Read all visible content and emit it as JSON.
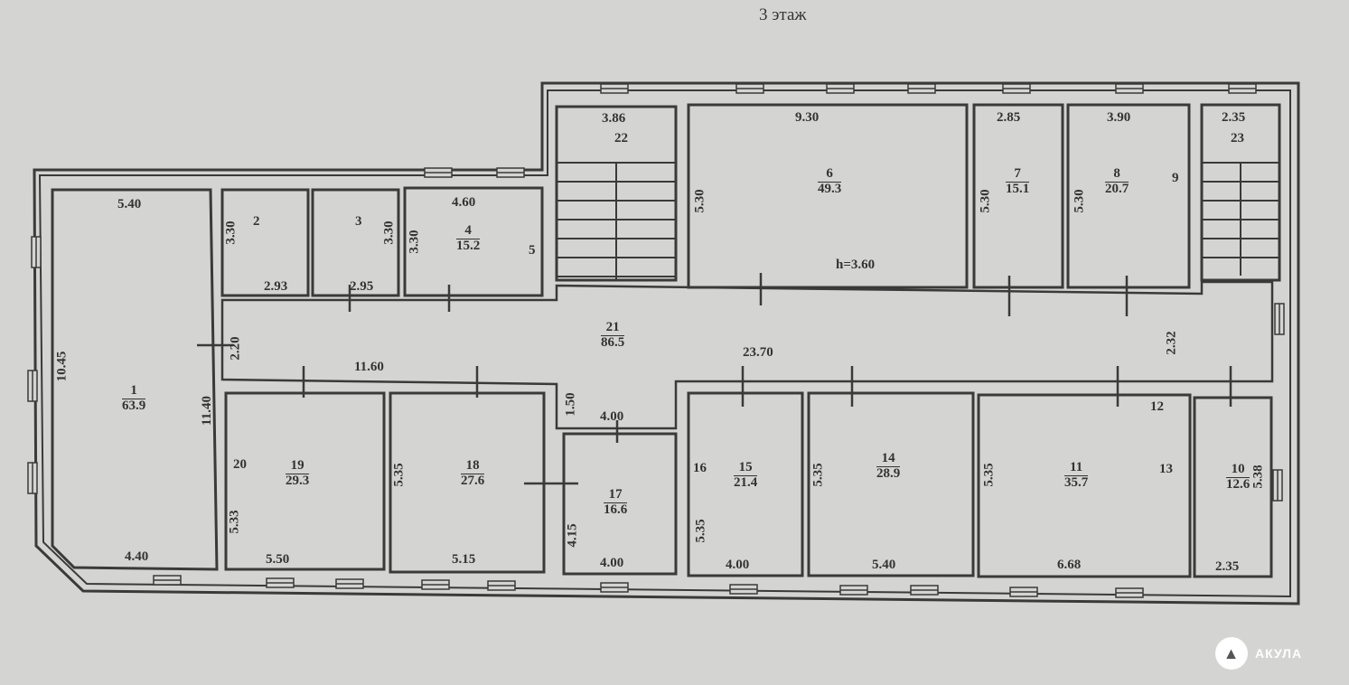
{
  "title": "3 этаж",
  "rooms": [
    {
      "number": "1",
      "area": "63.9"
    },
    {
      "number": "4",
      "area": "15.2"
    },
    {
      "number": "6",
      "area": "49.3"
    },
    {
      "number": "7",
      "area": "15.1"
    },
    {
      "number": "8",
      "area": "20.7"
    },
    {
      "number": "21",
      "area": "86.5"
    },
    {
      "number": "19",
      "area": "29.3"
    },
    {
      "number": "18",
      "area": "27.6"
    },
    {
      "number": "17",
      "area": "16.6"
    },
    {
      "number": "15",
      "area": "21.4"
    },
    {
      "number": "14",
      "area": "28.9"
    },
    {
      "number": "11",
      "area": "35.7"
    },
    {
      "number": "10",
      "area": "12.6"
    }
  ],
  "small_labels": [
    "2",
    "3",
    "5",
    "9",
    "12",
    "13",
    "16",
    "20",
    "22",
    "23"
  ],
  "dimensions": {
    "r1_top": "5.40",
    "r1_side": "10.45",
    "r1_bottom": "4.40",
    "r1_right": "11.40",
    "r2_h": "3.30",
    "r2_w": "2.93",
    "r3_h": "3.30",
    "r3_w": "2.95",
    "r4_w": "4.60",
    "r4_h": "3.30",
    "r22_w": "3.86",
    "r6_w": "9.30",
    "r6_h": "5.30",
    "ceiling": "h=3.60",
    "r7_w": "2.85",
    "r7_h": "5.30",
    "r8_w": "3.90",
    "r8_h": "5.30",
    "r23_w": "2.35",
    "corr_h": "2.20",
    "corr_w1": "11.60",
    "corr_w2": "23.70",
    "corr_h2": "2.32",
    "corr_h3": "1.50",
    "corr_w3": "4.00",
    "r19_h": "5.33",
    "r19_w": "5.50",
    "r18_h": "5.35",
    "r18_w": "5.15",
    "r17_h": "4.15",
    "r17_w": "4.00",
    "r15_h": "5.35",
    "r15_w": "4.00",
    "r14_h": "5.35",
    "r14_w": "5.40",
    "r11_h": "5.35",
    "r11_w": "6.68",
    "r10_h": "5.38",
    "r10_w": "2.35"
  },
  "logo": "АКУЛА",
  "colors": {
    "background": "#d4d4d2",
    "walls": "#3a3a3a"
  }
}
